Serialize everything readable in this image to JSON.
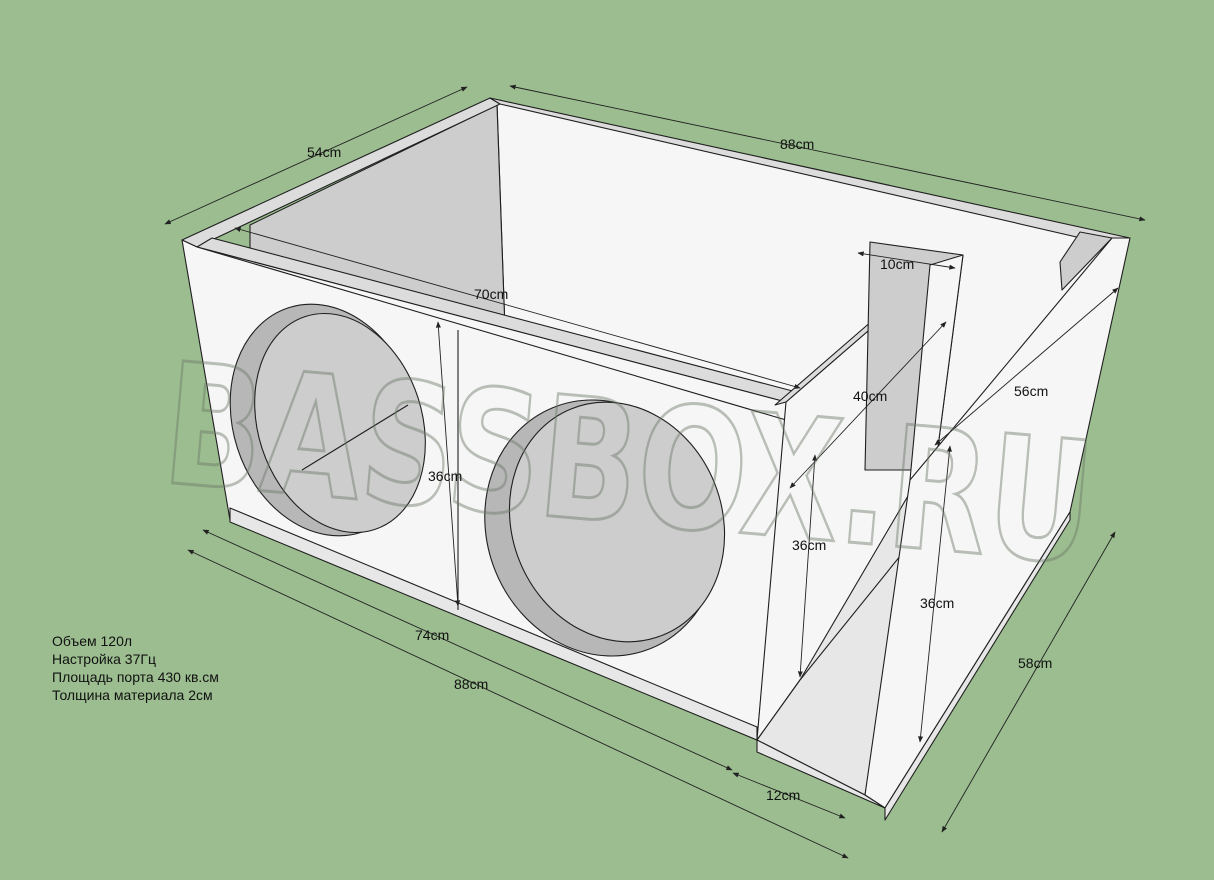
{
  "watermark": "BASSBOX.RU",
  "dimensions": {
    "top_depth": "54cm",
    "top_length": "88cm",
    "inner_length": "70cm",
    "port_width": "10cm",
    "port_depth_inner": "40cm",
    "side_depth_inner": "56cm",
    "front_height": "36cm",
    "port_height_1": "36cm",
    "port_height_2": "36cm",
    "front_inner_length": "74cm",
    "bottom_length": "88cm",
    "port_gap": "12cm",
    "bottom_depth": "58cm"
  },
  "specs": [
    "Объем 120л",
    "Настройка 37Гц",
    "Площадь порта 430 кв.см",
    "Толщина материала 2см"
  ]
}
